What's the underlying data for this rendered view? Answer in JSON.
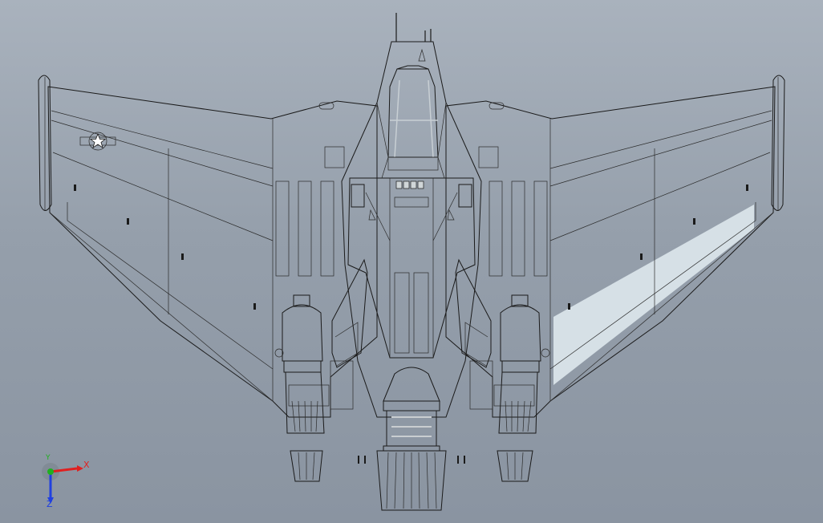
{
  "viewport": {
    "background_top": "#a9b2bd",
    "background_bottom": "#8a94a1"
  },
  "model": {
    "surface_color": "#f4f6f8",
    "glass_color": "#cfd8d8",
    "canopy_color": "#1b1b2e",
    "line_color": "#1a1a1a"
  },
  "triad": {
    "x_label": "X",
    "y_label": "Y",
    "z_label": "Z",
    "x_color": "#e02020",
    "y_color": "#20b020",
    "z_color": "#2040e0"
  }
}
